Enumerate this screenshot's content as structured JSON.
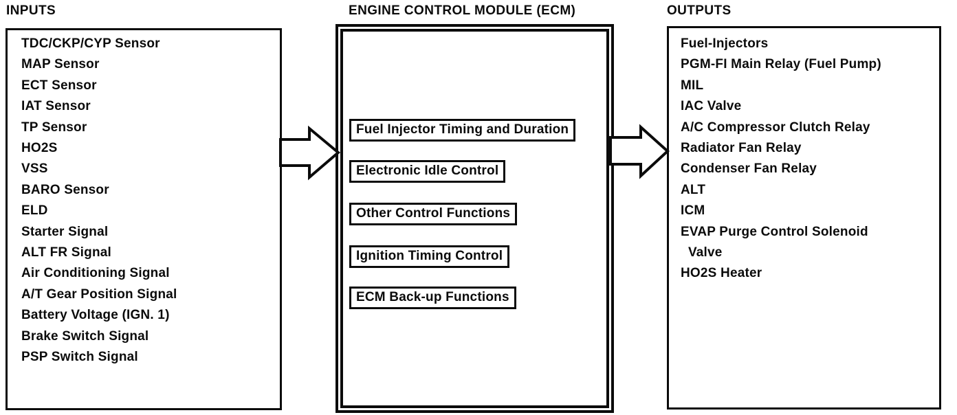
{
  "inputs": {
    "title": "INPUTS",
    "items": [
      "TDC/CKP/CYP Sensor",
      "MAP Sensor",
      "ECT Sensor",
      "IAT Sensor",
      "TP Sensor",
      "HO2S",
      "VSS",
      "BARO Sensor",
      "ELD",
      "Starter Signal",
      "ALT FR Signal",
      "Air Conditioning Signal",
      "A/T Gear Position Signal",
      "Battery Voltage (IGN. 1)",
      "Brake Switch Signal",
      "PSP Switch Signal"
    ]
  },
  "ecm": {
    "title": "ENGINE CONTROL MODULE (ECM)",
    "functions": [
      "Fuel Injector Timing and Duration",
      "Electronic Idle Control",
      "Other Control Functions",
      "Ignition Timing Control",
      "ECM Back-up Functions"
    ]
  },
  "outputs": {
    "title": "OUTPUTS",
    "items": [
      "Fuel-Injectors",
      "PGM-FI Main Relay (Fuel Pump)",
      "MIL",
      "IAC Valve",
      "A/C Compressor Clutch Relay",
      "Radiator Fan Relay",
      "Condenser Fan Relay",
      "ALT",
      "ICM",
      "EVAP Purge Control Solenoid\n  Valve",
      "HO2S Heater"
    ]
  },
  "colors": {
    "ink": "#0b0b0b",
    "paper": "#ffffff"
  }
}
